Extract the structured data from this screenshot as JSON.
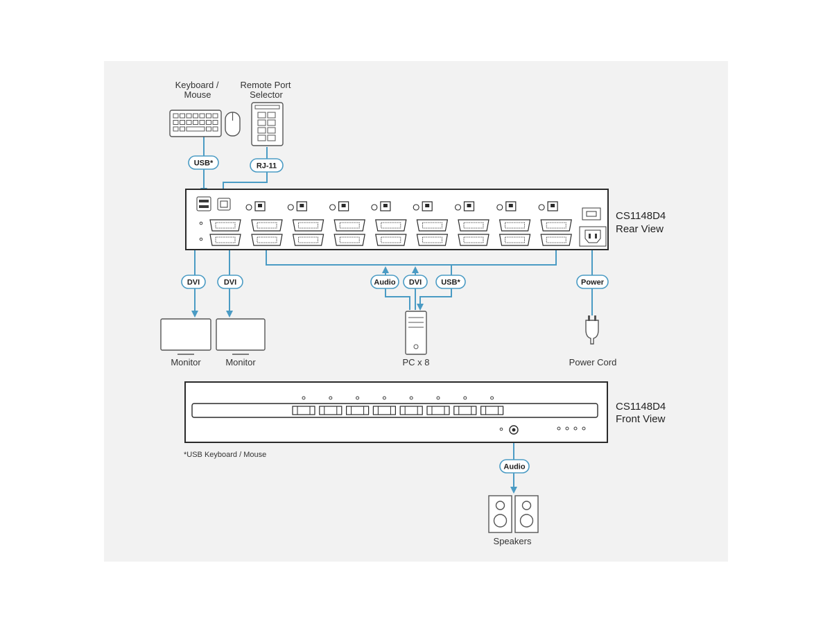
{
  "colors": {
    "background_panel": "#f2f2f2",
    "cable": "#4a9bc4",
    "pill_border": "#4a9bc4",
    "device_outline": "#2a2a2a",
    "icon_outline": "#555555"
  },
  "labels": {
    "keyboard_mouse": [
      "Keyboard /",
      "Mouse"
    ],
    "remote_port_selector": [
      "Remote Port",
      "Selector"
    ],
    "rear_view": [
      "CS1148D4",
      "Rear View"
    ],
    "front_view": [
      "CS1148D4",
      "Front View"
    ],
    "monitor_1": "Monitor",
    "monitor_2": "Monitor",
    "pc": "PC x 8",
    "power_cord": "Power Cord",
    "speakers": "Speakers",
    "footnote": "*USB Keyboard / Mouse"
  },
  "connectors": {
    "usb_top": "USB*",
    "rj11": "RJ-11",
    "dvi_1": "DVI",
    "dvi_2": "DVI",
    "audio_pc": "Audio",
    "dvi_pc": "DVI",
    "usb_pc": "USB*",
    "power": "Power",
    "audio_front": "Audio"
  },
  "icons": {
    "keyboard": "keyboard-icon",
    "mouse": "mouse-icon",
    "remote_selector": "remote-selector-icon",
    "monitor": "monitor-icon",
    "pc": "pc-tower-icon",
    "power_plug": "power-plug-icon",
    "speakers": "speaker-icon"
  },
  "rear_panel": {
    "port_groups": 8,
    "dvi_rows": 2
  },
  "front_panel": {
    "port_buttons": 8,
    "leds": 4
  }
}
